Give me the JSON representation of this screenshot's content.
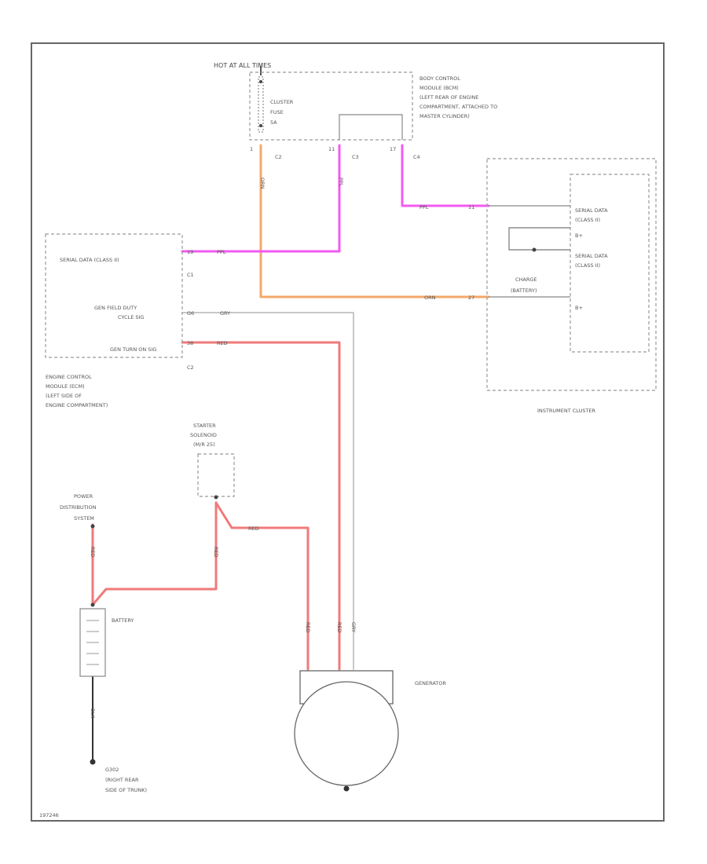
{
  "colors": {
    "red": "#f07a7a",
    "orange": "#f4a868",
    "pink": "#f25af2",
    "gray": "#c8c8c8",
    "black": "#333333"
  },
  "labels": {
    "hot": "HOT AT ALL TIMES",
    "cluster_fuse": [
      "CLUSTER",
      "FUSE",
      "5A"
    ],
    "bcm": [
      "BODY CONTROL",
      "MODULE (BCM)",
      "(LEFT REAR OF ENGINE",
      "COMPARTMENT, ATTACHED TO",
      "MASTER CYLINDER)"
    ],
    "c2": "C2",
    "c3": "C3",
    "c4": "C4",
    "ecm_serial": "SERIAL DATA (CLASS II)",
    "ecm_c1": "C1",
    "ecm_genfield": [
      "GEN FIELD DUTY",
      "CYCLE SIG"
    ],
    "ecm_genturn": "GEN TURN ON SIG",
    "ecm_c2": "C2",
    "ecm_name": [
      "ENGINE CONTROL",
      "MODULE (ECM)",
      "(LEFT SIDE OF",
      "ENGINE COMPARTMENT)"
    ],
    "ic_serial1": [
      "SERIAL DATA",
      "(CLASS II)"
    ],
    "ic_bplus": "B+",
    "ic_serial2": [
      "SERIAL DATA",
      "(CLASS II)"
    ],
    "ic_charge": [
      "CHARGE",
      "(BATTERY)"
    ],
    "ic_bplus2": "B+",
    "ic_name": "INSTRUMENT CLUSTER",
    "starter": [
      "STARTER",
      "SOLENOID",
      "(M/R 25)"
    ],
    "pds": [
      "POWER",
      "DISTRIBUTION",
      "SYSTEM"
    ],
    "battery": "BATTERY",
    "ground": [
      "G302",
      "(RIGHT REAR",
      "SIDE OF TRUNK)"
    ],
    "generator": "GENERATOR",
    "footer": "197246"
  },
  "wire_codes": {
    "ppl": "PPL",
    "orn": "ORN",
    "gry": "GRY",
    "red": "RED",
    "blk": "BLK"
  },
  "pins": {
    "p1": "1",
    "p11": "11",
    "p17": "17",
    "ecm_pin1": "19",
    "ecm_pin2": "G6",
    "ecm_pin3": "38",
    "ic_pin1": "11",
    "ic_pin2": "27"
  }
}
